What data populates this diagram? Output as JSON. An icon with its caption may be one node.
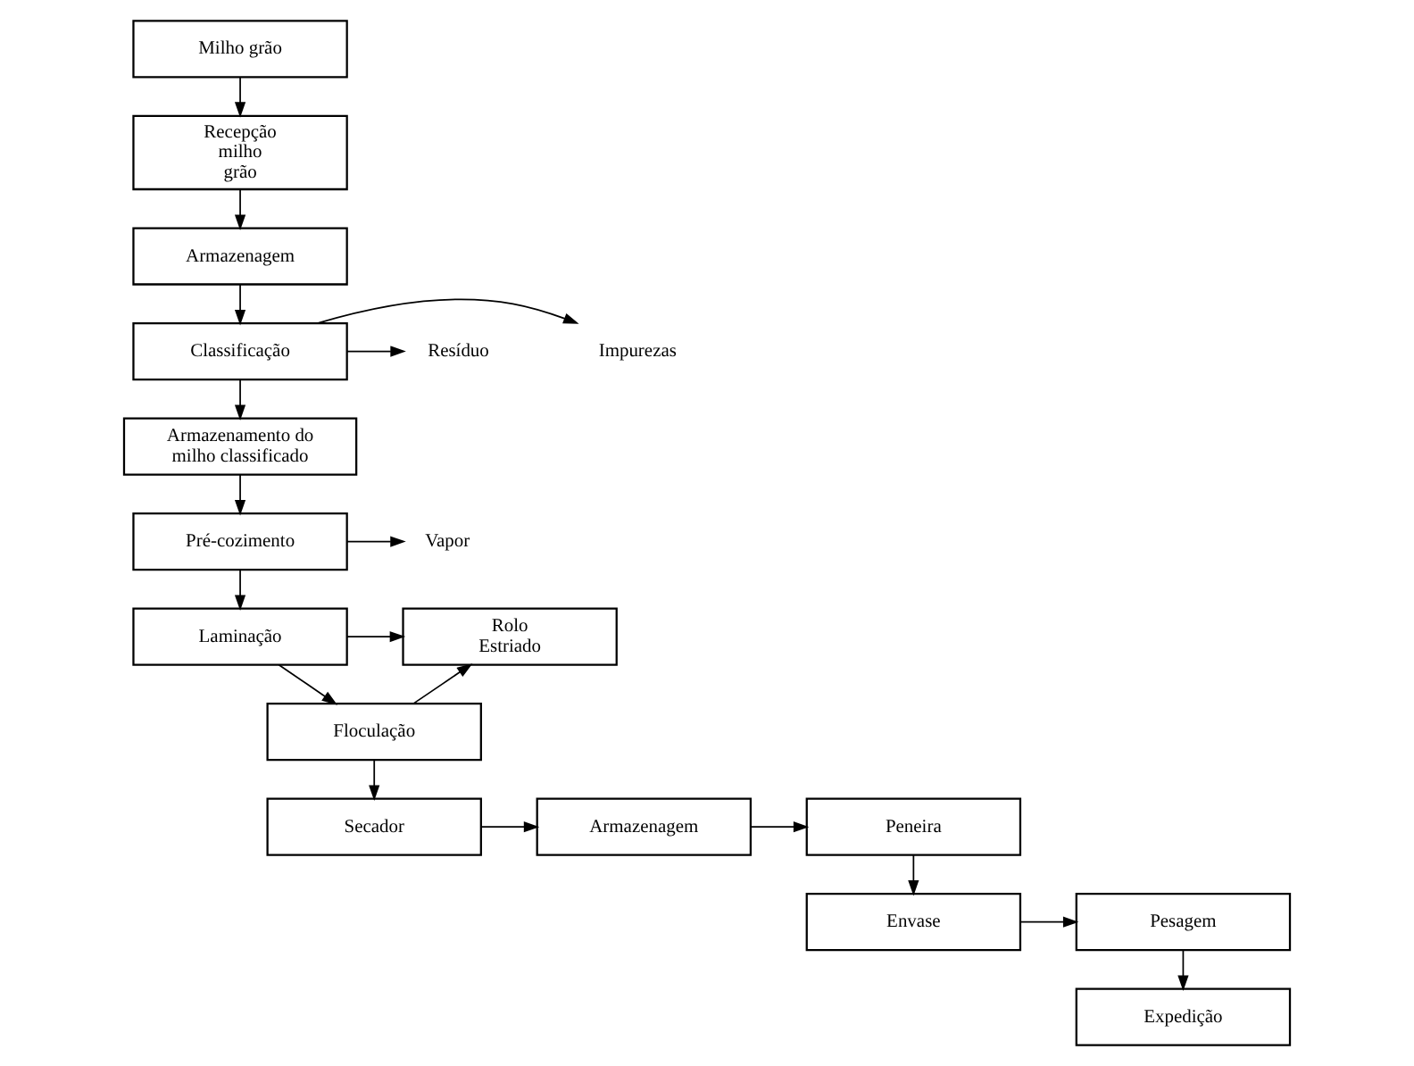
{
  "diagram": {
    "nodes": [
      {
        "text": [
          "Milho grão"
        ]
      },
      {
        "text": [
          "Recepção milho grão"
        ]
      },
      {
        "text": [
          "Armazenagem"
        ]
      },
      {
        "text": [
          "Classificação"
        ]
      },
      {
        "text": [
          "Impurezas"
        ]
      },
      {
        "text": [
          "Resíduo"
        ]
      },
      {
        "text": [
          "Armazenamento do milho classificado"
        ]
      },
      {
        "text": [
          "Pré-cozimento"
        ]
      },
      {
        "text": [
          "Vapor"
        ]
      },
      {
        "text": [
          "Laminação"
        ]
      },
      {
        "text": [
          "Rolo Estriado"
        ]
      },
      {
        "text": [
          "Floculação"
        ]
      },
      {
        "text": [
          "Secador"
        ]
      },
      {
        "text": [
          "Armazenagem"
        ]
      },
      {
        "text": [
          "Peneira"
        ]
      },
      {
        "text": [
          "Envase"
        ]
      },
      {
        "text": [
          "Pesagem"
        ]
      },
      {
        "text": [
          "Expedição"
        ]
      }
    ],
    "edges": [
      {
        "from": 0,
        "to": 1,
        "arrow": "to"
      },
      {
        "from": 1,
        "to": 2,
        "arrow": "to"
      },
      {
        "from": 2,
        "to": 3,
        "arrow": "to"
      },
      {
        "from": 3,
        "to": 4,
        "arrow": "to"
      },
      {
        "from": 3,
        "to": 5,
        "arrow": "to"
      },
      {
        "from": 3,
        "to": 6,
        "arrow": "to"
      },
      {
        "from": 6,
        "to": 7,
        "arrow": "to"
      },
      {
        "from": 7,
        "to": 8,
        "arrow": "to"
      },
      {
        "from": 7,
        "to": 9,
        "arrow": "to"
      },
      {
        "from": 9,
        "to": 10,
        "arrow": "to"
      },
      {
        "from": 11,
        "to": 10,
        "arrow": "to"
      },
      {
        "from": 9,
        "to": 11,
        "arrow": "to"
      },
      {
        "from": 11,
        "to": 12,
        "arrow": "to"
      },
      {
        "from": 12,
        "to": 13,
        "arrow": "to"
      },
      {
        "from": 13,
        "to": 14,
        "arrow": "to"
      },
      {
        "from": 14,
        "to": 15,
        "arrow": "to"
      },
      {
        "from": 15,
        "to": 16,
        "arrow": "to"
      },
      {
        "from": 16,
        "to": 17,
        "arrow": "to"
      }
    ]
  }
}
